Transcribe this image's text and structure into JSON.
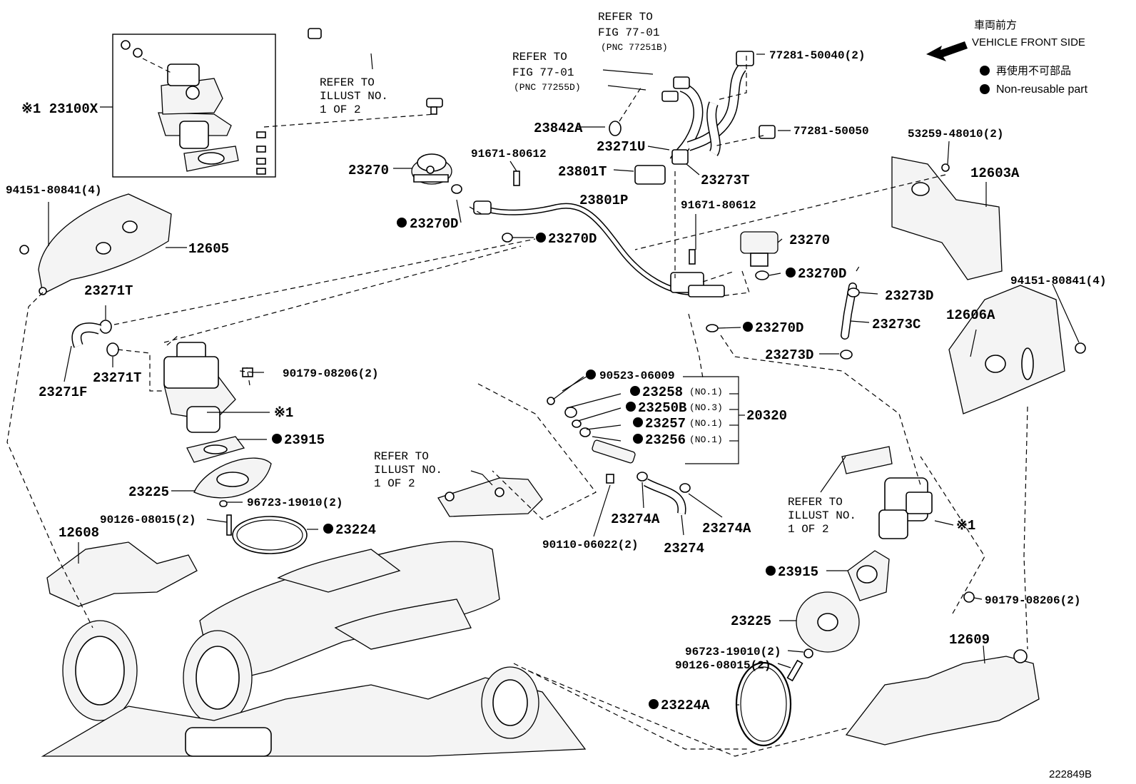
{
  "diagram_id": "222849B",
  "legend": {
    "front_jp": "車両前方",
    "front_en": "VEHICLE FRONT SIDE",
    "nonreuse_jp": "再使用不可部品",
    "nonreuse_en": "Non-reusable part"
  },
  "refs": {
    "fig_77_01_a": [
      "REFER TO",
      "FIG 77-01",
      "(PNC 77251B)"
    ],
    "fig_77_01_b": [
      "REFER TO",
      "FIG 77-01",
      "(PNC 77255D)"
    ],
    "illust_top": [
      "REFER TO",
      "ILLUST NO.",
      "1 OF 2"
    ],
    "illust_mid": [
      "REFER TO",
      "ILLUST NO.",
      "1 OF 2"
    ],
    "illust_right": [
      "REFER TO",
      "ILLUST NO.",
      "1 OF 2"
    ]
  },
  "labels": {
    "p23100X": "※1 23100X",
    "p94151_L": "94151-80841(4)",
    "p12605": "12605",
    "p23270_top": "23270",
    "p91671_a": "91671-80612",
    "p23270D_1": "23270D",
    "p23270D_2": "23270D",
    "p23842A": "23842A",
    "p23271U": "23271U",
    "p23801T": "23801T",
    "p23273T": "23273T",
    "p23801P": "23801P",
    "p77281_40": "77281-50040(2)",
    "p77281_50": "77281-50050",
    "p53259": "53259-48010(2)",
    "p12603A": "12603A",
    "p91671_b": "91671-80612",
    "p23270_right": "23270",
    "p23270D_3": "23270D",
    "p23273D_1": "23273D",
    "p23273C": "23273C",
    "p23273D_2": "23273D",
    "p23270D_4": "23270D",
    "p94151_R": "94151-80841(4)",
    "p12606A": "12606A",
    "p23271T_1": "23271T",
    "p23271T_2": "23271T",
    "p23271F": "23271F",
    "p90179_a": "90179-08206(2)",
    "p_mark1_a": "※1",
    "p23915_a": "23915",
    "p23225_a": "23225",
    "p96723_a": "96723-19010(2)",
    "p90126_a": "90126-08015(2)",
    "p23224": "23224",
    "p12608": "12608",
    "p90523": "90523-06009",
    "p23258": "23258",
    "p23250B": "23250B",
    "p23257": "23257",
    "p23256": "23256",
    "no1_a": "(NO.1)",
    "no3": "(NO.3)",
    "no1_b": "(NO.1)",
    "no1_c": "(NO.1)",
    "p20320": "20320",
    "p90110": "90110-06022(2)",
    "p23274A_1": "23274A",
    "p23274A_2": "23274A",
    "p23274": "23274",
    "p_mark1_b": "※1",
    "p23915_b": "23915",
    "p23225_b": "23225",
    "p96723_b": "96723-19010(2)",
    "p90126_b": "90126-08015(2)",
    "p23224A": "23224A",
    "p90179_b": "90179-08206(2)",
    "p12609": "12609"
  }
}
